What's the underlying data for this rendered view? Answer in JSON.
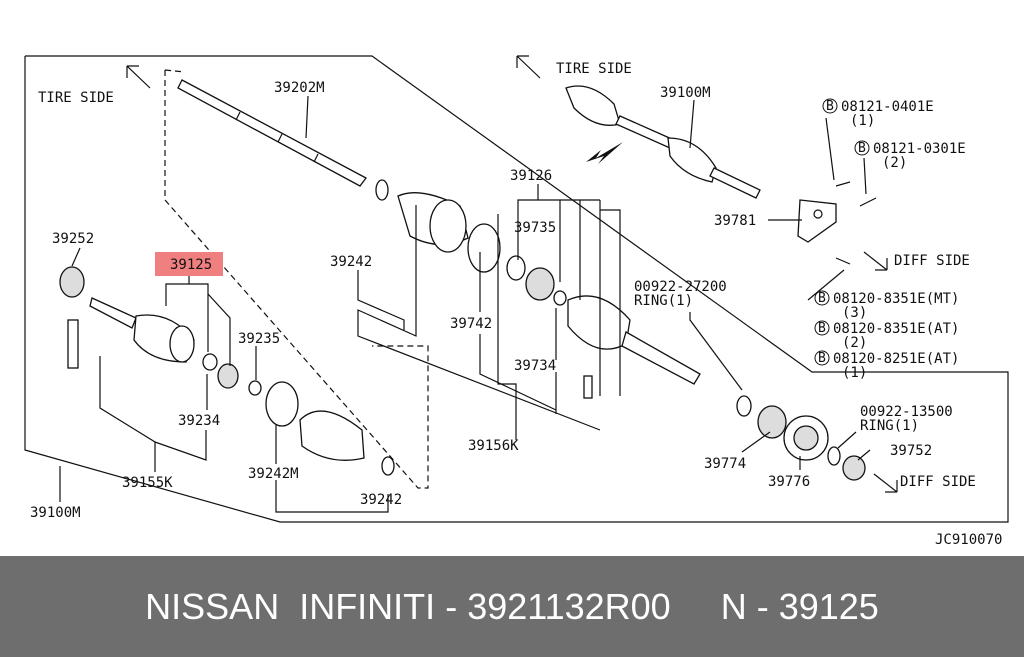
{
  "diagram": {
    "directions": {
      "tire_side_left": "TIRE SIDE",
      "tire_side_right": "TIRE SIDE",
      "diff_side_upper": "DIFF SIDE",
      "diff_side_lower": "DIFF SIDE"
    },
    "labels": {
      "p39202M": "39202M",
      "p39100M_top": "39100M",
      "p39126": "39126",
      "p39735": "39735",
      "p39242_a": "39242",
      "p39252": "39252",
      "p39125": "39125",
      "p39235": "39235",
      "p39742": "39742",
      "p39734": "39734",
      "p39234": "39234",
      "p39156K": "39156K",
      "p39155K": "39155K",
      "p39242M": "39242M",
      "p39242_b": "39242",
      "p39100M_bottom": "39100M",
      "p39781": "39781",
      "p00922_27200": "00922-27200",
      "ring1_a": "RING(1)",
      "p39774": "39774",
      "p39776": "39776",
      "p00922_13500": "00922-13500",
      "ring1_b": "RING(1)",
      "p39752": "39752",
      "code": "JC910070"
    },
    "bolts": [
      {
        "code": "08121-0401E",
        "qty": "(1)"
      },
      {
        "code": "08121-0301E",
        "qty": "(2)"
      },
      {
        "code": "08120-8351E(MT)",
        "qty": "(3)"
      },
      {
        "code": "08120-8351E(AT)",
        "qty": "(2)"
      },
      {
        "code": "08120-8251E(AT)",
        "qty": "(1)"
      }
    ],
    "bolt_marker": "B",
    "highlight_color": "#f08080"
  },
  "footer": {
    "brand": "NISSAN  INFINITI",
    "separator": " - ",
    "part_number": "3921132R00",
    "ref": "N - 39125",
    "background": "#6e6e6e"
  }
}
